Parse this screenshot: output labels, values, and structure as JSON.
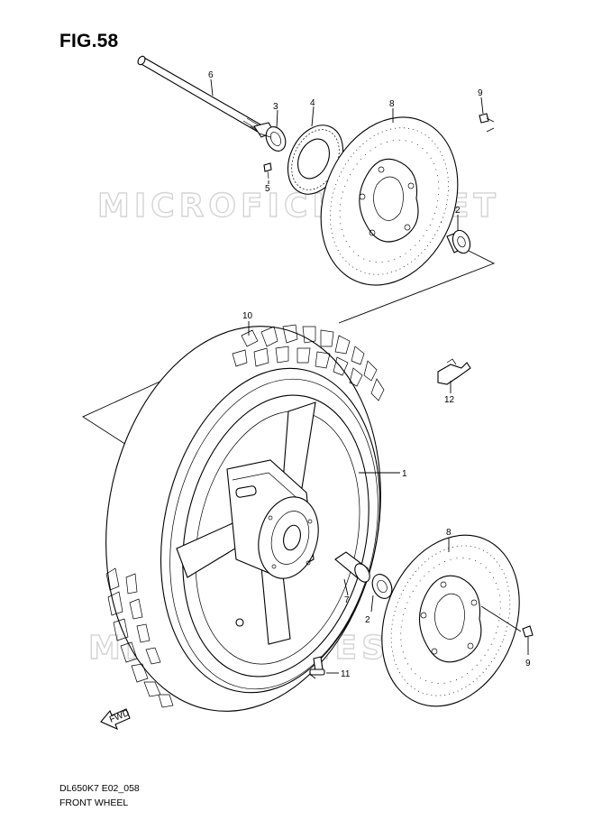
{
  "figure": {
    "title": "FIG.58"
  },
  "footer": {
    "code": "DL650K7 E02_058",
    "name": "FRONT WHEEL"
  },
  "watermark": {
    "text": "MICROFICHES.NET"
  },
  "fwd_arrow": {
    "label": "FWD"
  },
  "callouts": {
    "c1": "1",
    "c2a": "2",
    "c2b": "2",
    "c3": "3",
    "c4": "4",
    "c5": "5",
    "c6": "6",
    "c7": "7",
    "c8a": "8",
    "c8b": "8",
    "c9a": "9",
    "c9b": "9",
    "c10": "10",
    "c11": "11",
    "c12": "12"
  },
  "colors": {
    "line": "#000000",
    "background": "#ffffff",
    "watermark": "#d4d4d4"
  }
}
